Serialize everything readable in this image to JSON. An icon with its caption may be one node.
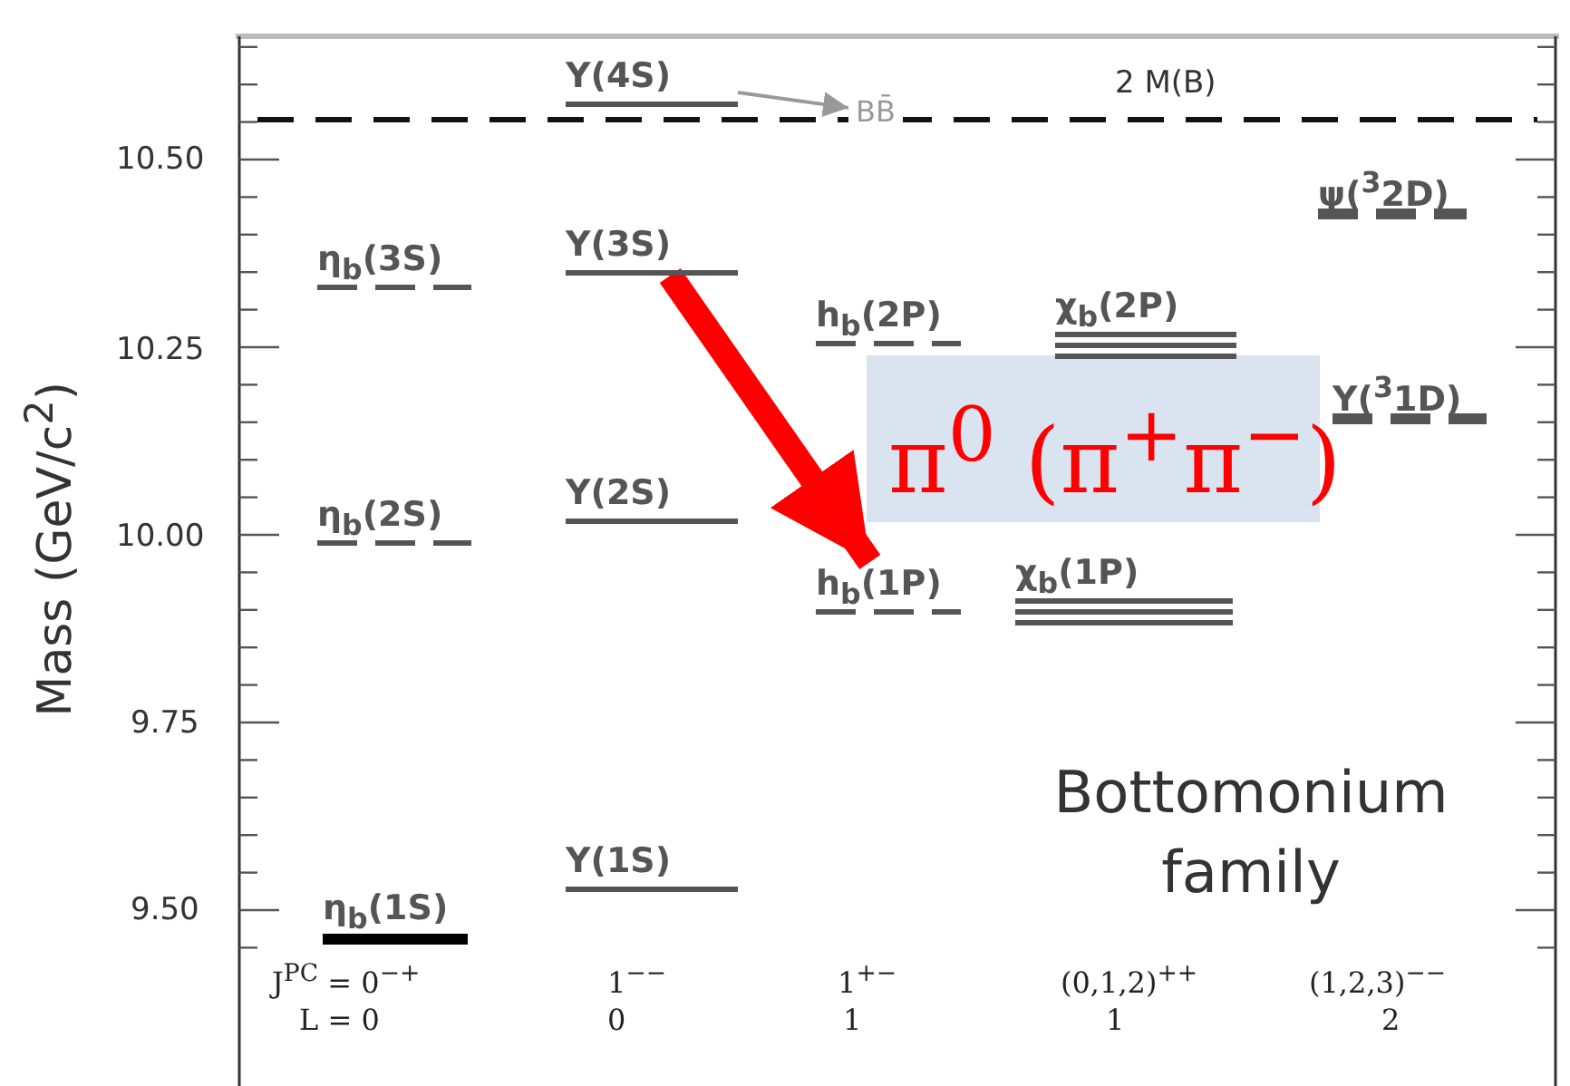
{
  "diagram": {
    "nodes": [
      {
        "text": [
          "Υ(4S)"
        ]
      },
      {
        "text": [
          "BB̄"
        ]
      },
      {
        "text": [
          "η$_{b}$(3S)"
        ]
      },
      {
        "text": [
          "Υ(3S)"
        ]
      },
      {
        "text": [
          "ψ($^{3}$2D)"
        ]
      },
      {
        "text": [
          "h$_{b}$(2P)"
        ]
      },
      {
        "text": [
          "χ$_{b}$(2P)"
        ]
      },
      {
        "text": [
          "Υ($^{3}$1D)"
        ]
      },
      {
        "text": [
          "η$_{b}$(2S)"
        ]
      },
      {
        "text": [
          "Υ(2S)"
        ]
      },
      {
        "text": [
          "h$_{b}$(1P)"
        ]
      },
      {
        "text": [
          "χ$_{b}$(1P)"
        ]
      },
      {
        "text": [
          "η$_{b}$(1S)"
        ]
      },
      {
        "text": [
          "Υ(1S)"
        ]
      },
      {
        "text": [
          "π$^{0}$ (π$^{+}$π$^{−}$)"
        ]
      }
    ],
    "edges": [
      {
        "from": 0,
        "to": 1,
        "arrow": "to",
        "color": "#999999"
      },
      {
        "from": 3,
        "to": 10,
        "arrow": "to",
        "style": "thick",
        "color": "#ff0000"
      }
    ],
    "labels": [
      "2 M(B)",
      "10.50",
      "10.25",
      "10.00",
      "9.75",
      "9.50",
      "Mass (GeV/c$^{2}$)",
      "Bottomonium family",
      "J$^{PC}$ = 0$^{−+}$",
      "1$^{−−}$",
      "1$^{+−}$",
      "(0,1,2)$^{++}$",
      "(1,2,3)$^{−−}$",
      "L = 0",
      "0",
      "1",
      "1",
      "2"
    ]
  }
}
